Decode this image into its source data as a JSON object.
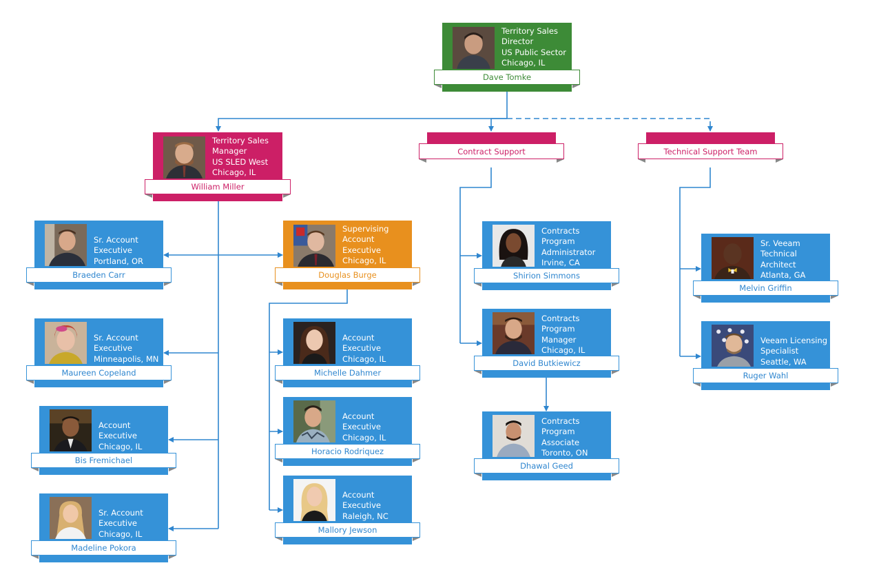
{
  "colors": {
    "director": "#3d8b37",
    "manager": "#cc1f66",
    "supervisor": "#e8901e",
    "staff": "#3592d8",
    "connector": "#2f86cf"
  },
  "director": {
    "title_lines": [
      "Territory Sales",
      "Director",
      "US Public Sector",
      "Chicago, IL"
    ],
    "name": "Dave Tomke"
  },
  "manager": {
    "title_lines": [
      "Territory Sales",
      "Manager",
      "US SLED West",
      "Chicago, IL"
    ],
    "name": "William Miller"
  },
  "supervisor": {
    "title_lines": [
      "Supervising",
      "Account",
      "Executive",
      "Chicago, IL"
    ],
    "name": "Douglas Burge"
  },
  "departments": {
    "contract_support": "Contract Support",
    "technical_support": "Technical Support Team"
  },
  "west_team": [
    {
      "title_lines": [
        "Sr. Account",
        "Executive",
        "Portland, OR"
      ],
      "name": "Braeden Carr"
    },
    {
      "title_lines": [
        "Sr. Account",
        "Executive",
        "Minneapolis, MN"
      ],
      "name": "Maureen Copeland"
    },
    {
      "title_lines": [
        "Account",
        "Executive",
        "Chicago, IL"
      ],
      "name": "Bis Fremichael"
    },
    {
      "title_lines": [
        "Sr. Account",
        "Executive",
        "Chicago, IL"
      ],
      "name": "Madeline Pokora"
    }
  ],
  "supervisor_team": [
    {
      "title_lines": [
        "Account",
        "Executive",
        "Chicago, IL"
      ],
      "name": "Michelle Dahmer"
    },
    {
      "title_lines": [
        "Account",
        "Executive",
        "Chicago, IL"
      ],
      "name": "Horacio Rodriquez"
    },
    {
      "title_lines": [
        "Account",
        "Executive",
        "Raleigh, NC"
      ],
      "name": "Mallory Jewson"
    }
  ],
  "contract_team": [
    {
      "title_lines": [
        "Contracts",
        "Program",
        "Administrator",
        "Irvine, CA"
      ],
      "name": "Shirion Simmons"
    },
    {
      "title_lines": [
        "Contracts",
        "Program",
        "Manager",
        "Chicago, IL"
      ],
      "name": "David Butkiewicz"
    },
    {
      "title_lines": [
        "Contracts",
        "Program",
        "Associate",
        "Toronto, ON"
      ],
      "name": "Dhawal Geed"
    }
  ],
  "technical_team": [
    {
      "title_lines": [
        "Sr. Veeam",
        "Technical",
        "Architect",
        "Atlanta, GA"
      ],
      "name": "Melvin Griffin"
    },
    {
      "title_lines": [
        "Veeam Licensing",
        "Specialist",
        "Seattle, WA"
      ],
      "name": "Ruger Wahl"
    }
  ]
}
